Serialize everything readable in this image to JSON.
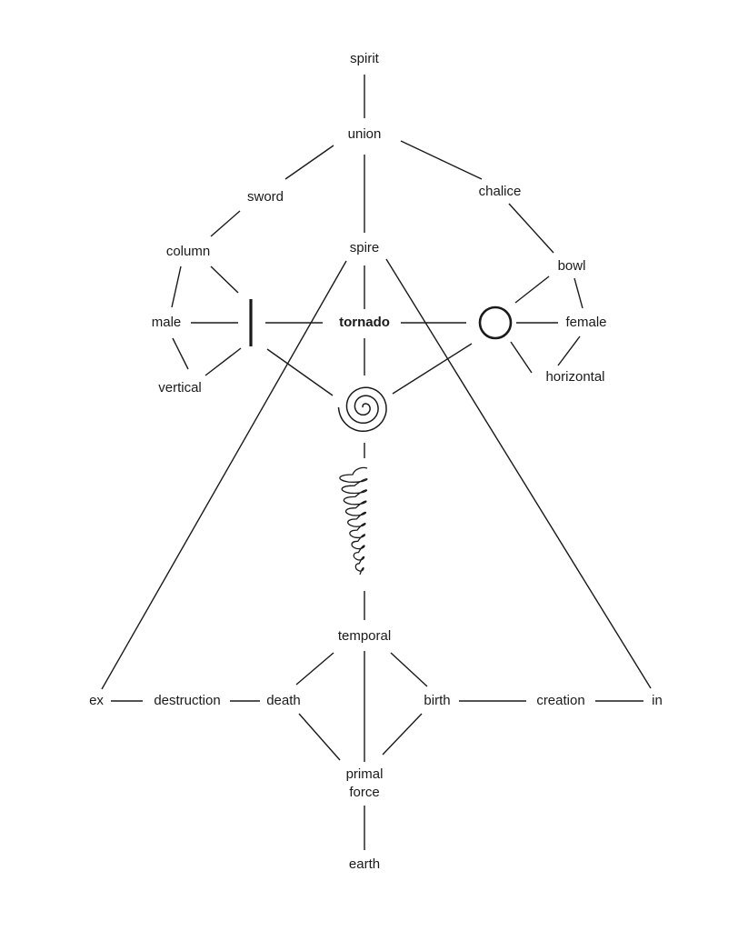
{
  "labels": {
    "spirit": "spirit",
    "union": "union",
    "sword": "sword",
    "chalice": "chalice",
    "column": "column",
    "spire": "spire",
    "bowl": "bowl",
    "male": "male",
    "tornado": "tornado",
    "female": "female",
    "vertical": "vertical",
    "horizontal": "horizontal",
    "temporal": "temporal",
    "ex": "ex",
    "destruction": "destruction",
    "death": "death",
    "birth": "birth",
    "creation": "creation",
    "in": "in",
    "primal_line1": "primal",
    "primal_line2": "force",
    "earth": "earth"
  },
  "symbols": [
    "vertical-bar-symbol",
    "circle-symbol",
    "spiral-symbol",
    "vortex-coil-symbol"
  ],
  "edges": [
    [
      "spirit",
      "union"
    ],
    [
      "union",
      "sword"
    ],
    [
      "union",
      "chalice"
    ],
    [
      "union",
      "spire"
    ],
    [
      "sword",
      "column"
    ],
    [
      "chalice",
      "bowl"
    ],
    [
      "column",
      "male"
    ],
    [
      "column",
      "vertical-bar-symbol"
    ],
    [
      "male",
      "vertical"
    ],
    [
      "male",
      "vertical-bar-symbol"
    ],
    [
      "vertical",
      "vertical-bar-symbol"
    ],
    [
      "vertical-bar-symbol",
      "tornado"
    ],
    [
      "vertical-bar-symbol",
      "spiral-symbol"
    ],
    [
      "spire",
      "tornado"
    ],
    [
      "spire",
      "ex"
    ],
    [
      "spire",
      "in"
    ],
    [
      "tornado",
      "circle-symbol"
    ],
    [
      "tornado",
      "spiral-symbol"
    ],
    [
      "bowl",
      "circle-symbol"
    ],
    [
      "bowl",
      "female"
    ],
    [
      "circle-symbol",
      "female"
    ],
    [
      "circle-symbol",
      "horizontal"
    ],
    [
      "circle-symbol",
      "spiral-symbol"
    ],
    [
      "female",
      "horizontal"
    ],
    [
      "spiral-symbol",
      "vortex-coil-symbol"
    ],
    [
      "vortex-coil-symbol",
      "temporal"
    ],
    [
      "temporal",
      "death"
    ],
    [
      "temporal",
      "birth"
    ],
    [
      "temporal",
      "primal force"
    ],
    [
      "ex",
      "destruction"
    ],
    [
      "destruction",
      "death"
    ],
    [
      "death",
      "primal force"
    ],
    [
      "birth",
      "creation"
    ],
    [
      "birth",
      "primal force"
    ],
    [
      "creation",
      "in"
    ],
    [
      "primal force",
      "earth"
    ]
  ]
}
